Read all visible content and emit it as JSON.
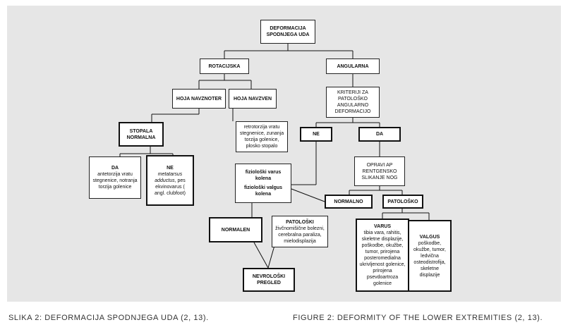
{
  "nodes": {
    "root": "DEFORMACIJA SPODNJEGA UDA",
    "rotacijska": "ROTACIJSKA",
    "angularna": "ANGULARNA",
    "hoja_navznoter": "HOJA NAVZNOTER",
    "hoja_navzven": "HOJA NAVZVEN",
    "kriteriji": "KRITERIJI ZA PATOLOŠKO ANGULARNO DEFORMACIJO",
    "stopala_normalna": "STOPALA NORMALNA",
    "navzven_desc": "retrotorzija vratu stegnenice, zunanja torzija golenice, plosko stopalo",
    "ne_top": "NE",
    "da_top": "DA",
    "da_left_title": "DA",
    "da_left_text": "antetorzija vratu stegnenice, notranja torzija golenice",
    "ne_left_title": "NE",
    "ne_left_italic": "metatarsus adductus",
    "ne_left_text": ", pes ekvinovarus ( angl. clubfoot)",
    "fizioloski_varus": "fiziološki varus kolena",
    "fizioloski_valgus": "fiziološki valgus kolena",
    "opravi": "OPRAVI AP RENTGENSKO SLIKANJE NOG",
    "normalno": "NORMALNO",
    "patolosko": "PATOLOŠKO",
    "normalen": "NORMALEN",
    "patoloski_title": "PATOLOŠKI",
    "patoloski_text": "živčnomišične bolezni, cerebralna paraliza, mielodisplazija",
    "varus_title": "VARUS",
    "varus_text": "tibia vara, rahitis, skeletne displazije, poškodbe, okužbe, tumor, prirojena posteromedialna ukrivljenost golenice, prirojena psevdoartroza golenice",
    "valgus_title": "VALGUS",
    "valgus_text": "poškodbe, okužbe, tumor, ledvična osteodistrofija, skeletne displazije",
    "nevroloski": "NEVROLOŠKI PREGLED"
  },
  "captions": {
    "left": "SLIKA 2: DEFORMACIJA SPODNJEGA UDA (2, 13).",
    "right": "FIGURE 2: DEFORMITY OF THE LOWER EXTREMITIES (2, 13)."
  },
  "colors": {
    "panel": "#e6e6e6",
    "box": "#ffffff",
    "line": "#111111"
  }
}
